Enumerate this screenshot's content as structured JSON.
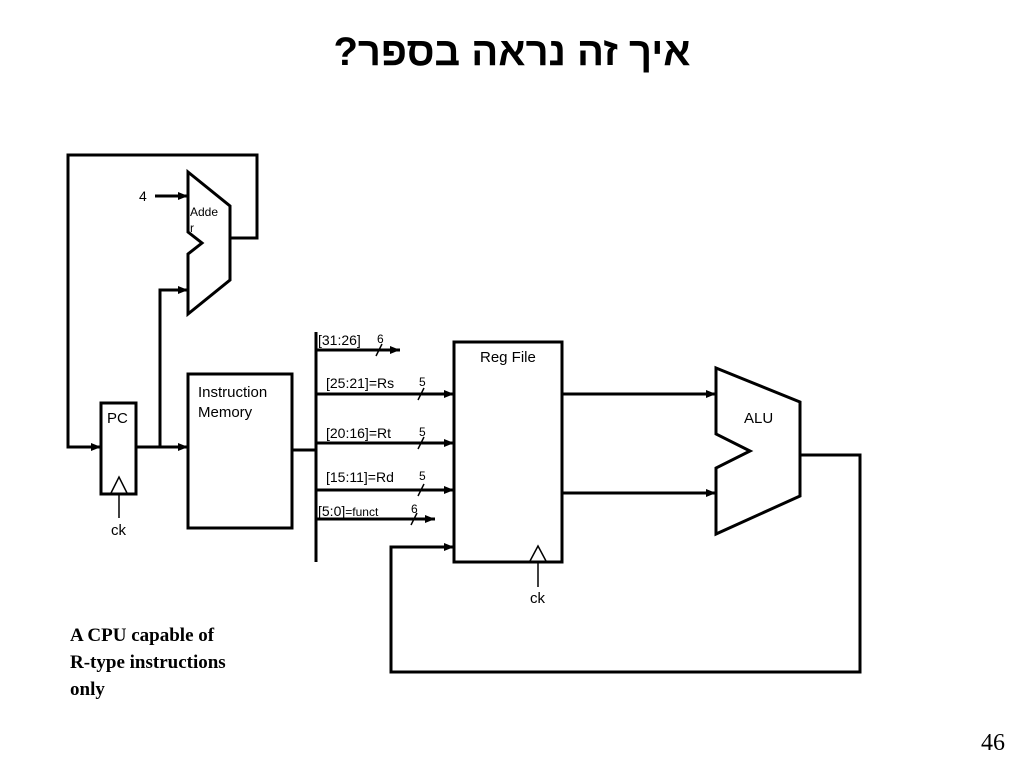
{
  "slide": {
    "title": "איך זה נראה בספר?",
    "caption": [
      "A CPU capable of",
      "R-type instructions",
      "only"
    ],
    "page_number": "46"
  },
  "diagram": {
    "adder": {
      "constant": "4",
      "label_line1": "Adde",
      "label_line2": "r"
    },
    "pc": {
      "label": "PC",
      "clock_label": "ck"
    },
    "instruction_memory": {
      "label_line1": "Instruction",
      "label_line2": "Memory"
    },
    "reg_file": {
      "label": "Reg File",
      "clock_label": "ck"
    },
    "alu": {
      "label": "ALU"
    },
    "fields": [
      {
        "bits": "[31:26]",
        "name": "",
        "width": "6"
      },
      {
        "bits": "[25:21]",
        "name": "=Rs",
        "width": "5"
      },
      {
        "bits": "[20:16]",
        "name": "=Rt",
        "width": "5"
      },
      {
        "bits": "[15:11]",
        "name": "=Rd",
        "width": "5"
      },
      {
        "bits": "[5:0]",
        "name": "=funct",
        "width": "6"
      }
    ],
    "colors": {
      "stroke": "#000000",
      "background": "#ffffff"
    }
  }
}
